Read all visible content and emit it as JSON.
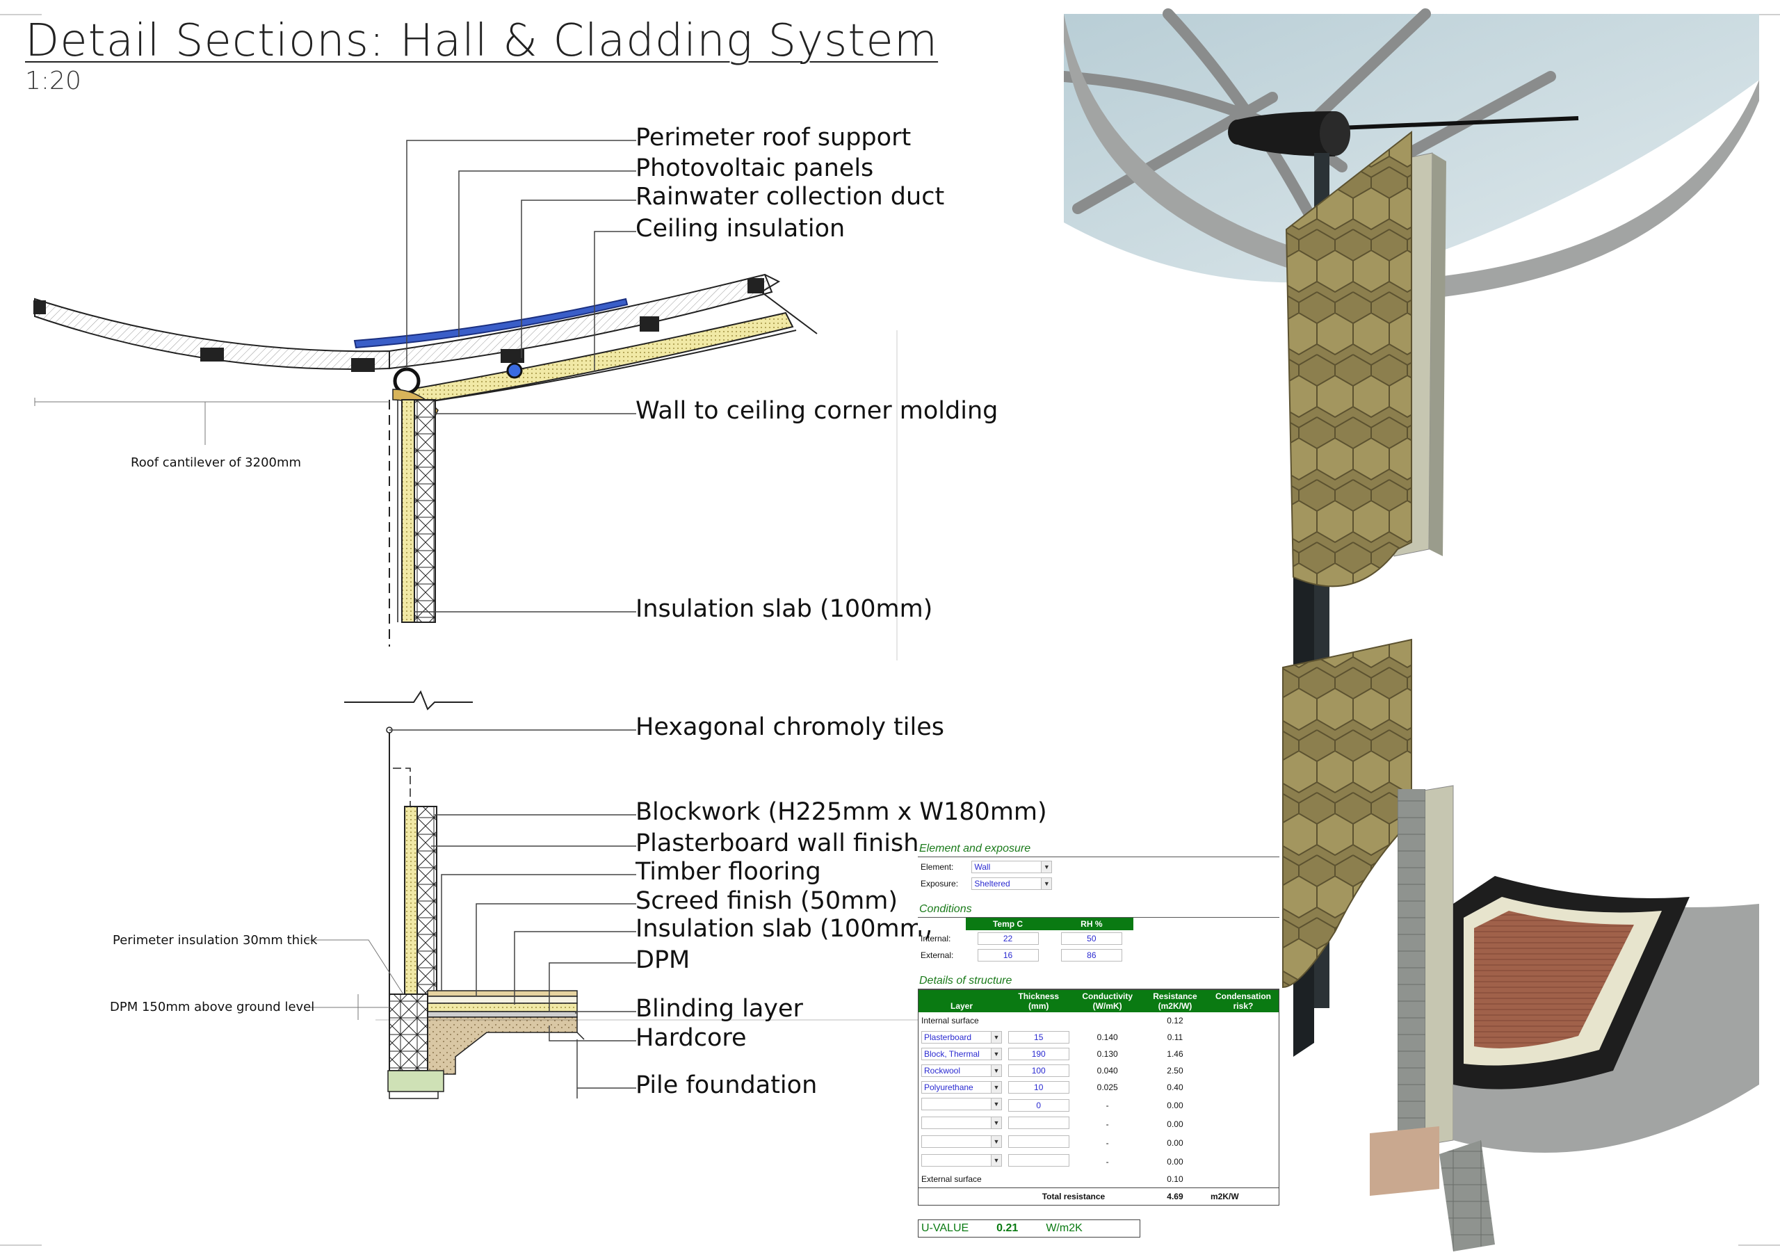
{
  "header": {
    "title": "Detail Sections: Hall & Cladding System",
    "scale": "1:20"
  },
  "callouts": [
    "Perimeter roof support",
    "Photovoltaic panels",
    "Rainwater collection duct",
    "Ceiling insulation",
    "Wall to ceiling corner molding",
    "Insulation slab (100mm)",
    "Hexagonal chromoly tiles",
    "Blockwork (H225mm x W180mm)",
    "Plasterboard wall finish",
    "Timber flooring",
    "Screed finish (50mm)",
    "Insulation slab (100mm)",
    "DPM",
    "Blinding layer",
    "Hardcore",
    "Pile foundation"
  ],
  "notes": {
    "cantilever": "Roof cantilever of 3200mm",
    "perimeter": "Perimeter insulation 30mm thick",
    "dpm": "DPM 150mm above ground level"
  },
  "calc": {
    "element_title": "Element and exposure",
    "element_label": "Element:",
    "element_value": "Wall",
    "exposure_label": "Exposure:",
    "exposure_value": "Sheltered",
    "conditions_title": "Conditions",
    "cond_headers": [
      "Temp C",
      "RH %"
    ],
    "internal_label": "Internal:",
    "internal_temp": "22",
    "internal_rh": "50",
    "external_label": "External:",
    "external_temp": "16",
    "external_rh": "86",
    "structure_title": "Details of structure",
    "headers": [
      "Layer",
      "Thickness (mm)",
      "Conductivity (W/mK)",
      "Resistance (m2K/W)",
      "Condensation risk?"
    ],
    "internal_surface_label": "Internal surface",
    "internal_surface_res": "0.12",
    "layers": [
      {
        "name": "Plasterboard",
        "thickness": "15",
        "conductivity": "0.140",
        "resistance": "0.11"
      },
      {
        "name": "Block, Thermal",
        "thickness": "190",
        "conductivity": "0.130",
        "resistance": "1.46"
      },
      {
        "name": "Rockwool",
        "thickness": "100",
        "conductivity": "0.040",
        "resistance": "2.50"
      },
      {
        "name": "Polyurethane",
        "thickness": "10",
        "conductivity": "0.025",
        "resistance": "0.40"
      },
      {
        "name": "",
        "thickness": "0",
        "conductivity": "-",
        "resistance": "0.00"
      },
      {
        "name": "",
        "thickness": "",
        "conductivity": "-",
        "resistance": "0.00"
      },
      {
        "name": "",
        "thickness": "",
        "conductivity": "-",
        "resistance": "0.00"
      },
      {
        "name": "",
        "thickness": "",
        "conductivity": "-",
        "resistance": "0.00"
      }
    ],
    "external_surface_label": "External surface",
    "external_surface_res": "0.10",
    "total_label": "Total resistance",
    "total_value": "4.69",
    "total_unit": "m2K/W",
    "uvalue_label": "U-VALUE",
    "uvalue_value": "0.21",
    "uvalue_unit": "W/m2K"
  }
}
